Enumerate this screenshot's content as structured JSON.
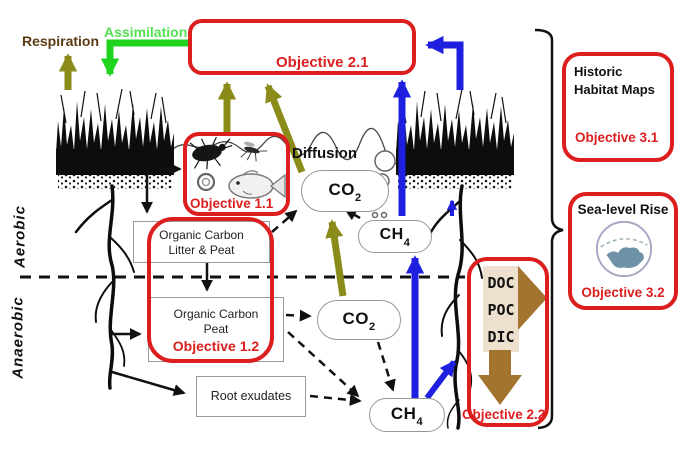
{
  "labels": {
    "respiration": "Respiration",
    "assimilation": "Assimilation",
    "diffusion": "Diffusion",
    "aerobic": "Aerobic",
    "anaerobic": "Anaerobic"
  },
  "objectives": {
    "o11": "Objective 1.1",
    "o12": "Objective 1.2",
    "o21": "Objective 2.1",
    "o22": "Objective 2.2",
    "o31": "Objective 3.1",
    "o32": "Objective 3.2"
  },
  "gases": {
    "co2": {
      "f": "CO",
      "s": "2"
    },
    "ch4": {
      "f": "CH",
      "s": "4"
    }
  },
  "boxes": {
    "litter": {
      "line1": "Organic Carbon",
      "line2": "Litter & Peat"
    },
    "peat": {
      "line1": "Organic Carbon",
      "line2": "Peat"
    },
    "root_exudates": "Root exudates",
    "historic": {
      "title": "Historic Habitat Maps"
    },
    "sea_level": {
      "title": "Sea-level Rise"
    }
  },
  "carbon_forms": {
    "doc": "DOC",
    "poc": "POC",
    "dic": "DIC"
  },
  "colors": {
    "red": "#DC1E1E",
    "blue": "#1F1FE0",
    "olive": "#8B8B1A",
    "green_arrow": "#1ED41E",
    "green_text": "#53E253",
    "brown_text": "#5C3A14",
    "brown_arrow": "#A3742F",
    "beige": "#EDE0CE"
  }
}
